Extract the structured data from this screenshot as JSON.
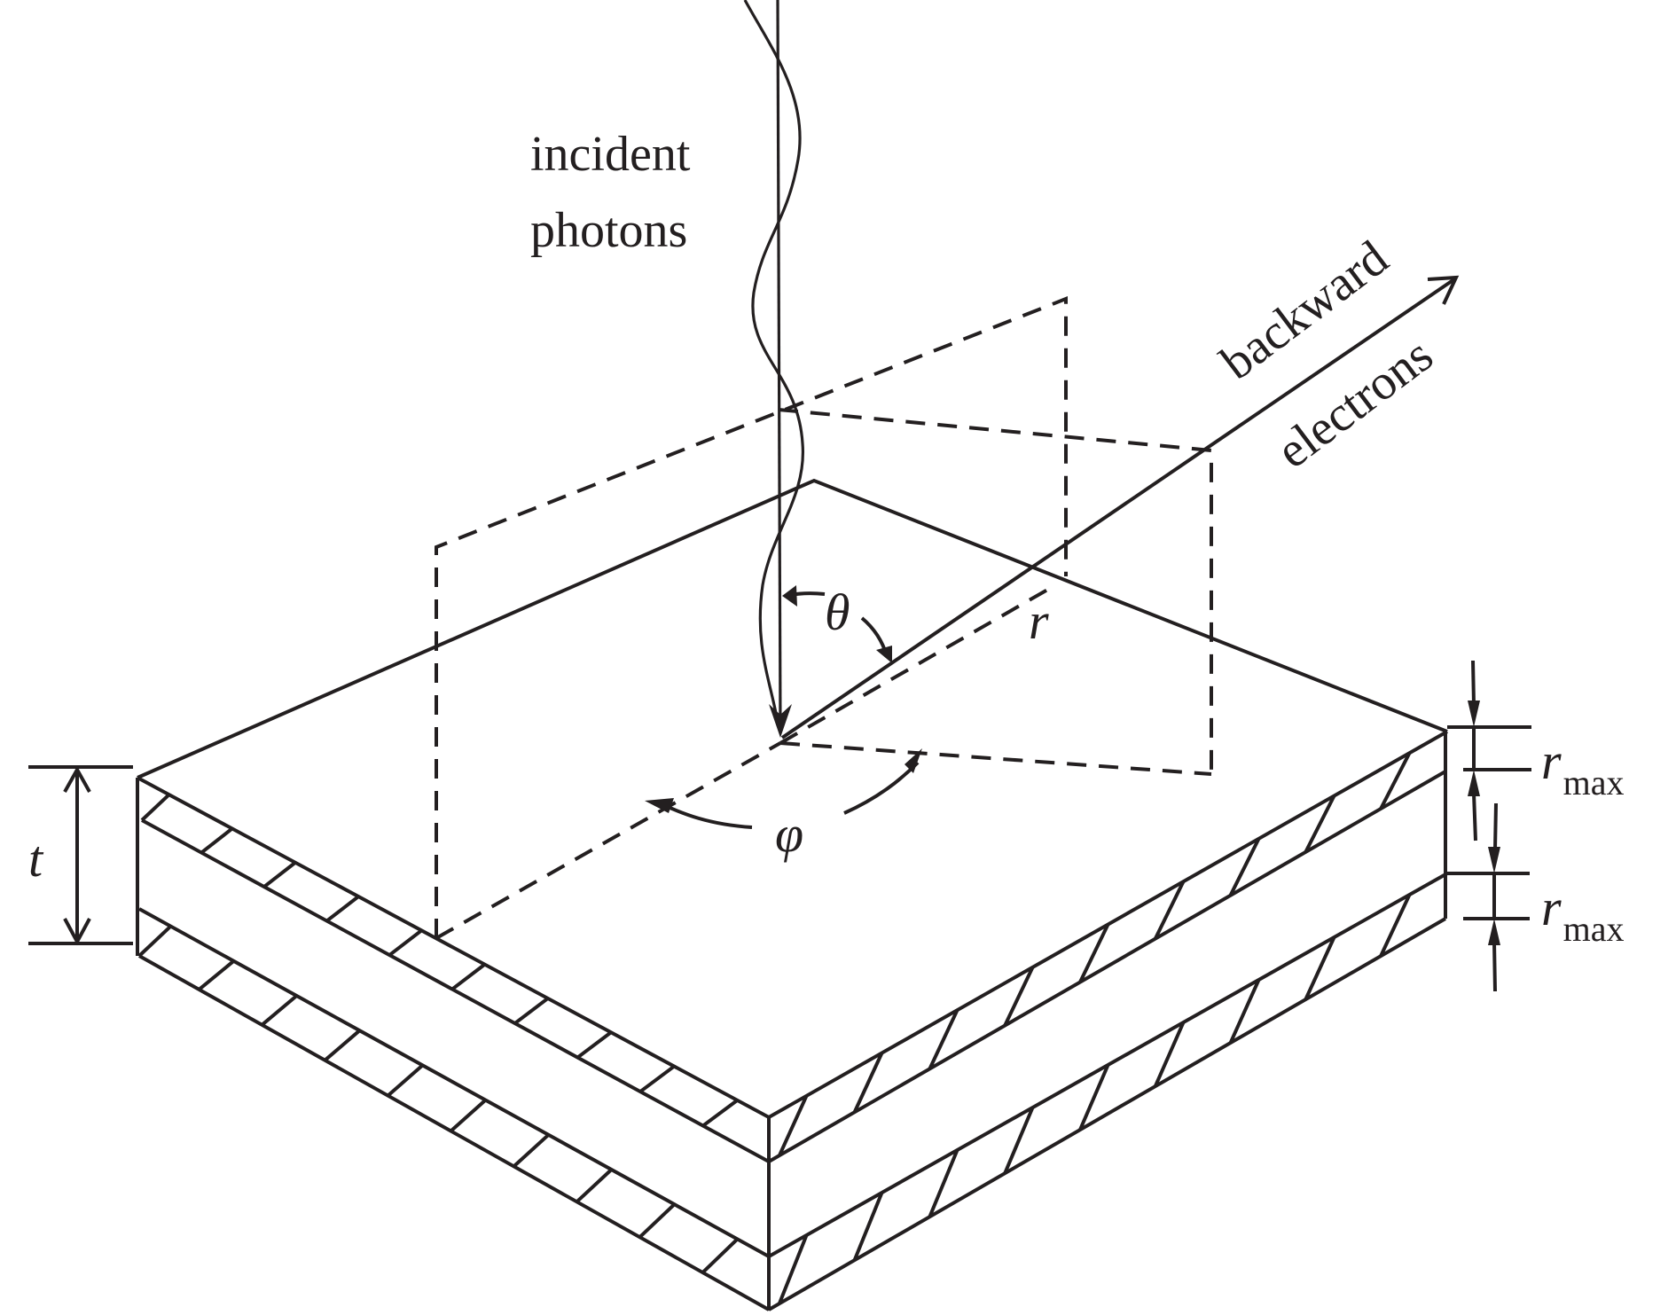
{
  "figure": {
    "description": "Photoemission geometry: incident photons striking a layered slab and backward emitted electrons",
    "labels": {
      "incident_line1": "incident",
      "incident_line2": "photons",
      "backward_line1": "backward",
      "backward_line2": "electrons",
      "theta": "θ",
      "phi": "φ",
      "r": "r",
      "t": "t",
      "rmax_top_main": "r",
      "rmax_top_sub": "max",
      "rmax_bottom_main": "r",
      "rmax_bottom_sub": "max"
    },
    "colors": {
      "ink": "#231f20",
      "background": "#ffffff"
    }
  }
}
